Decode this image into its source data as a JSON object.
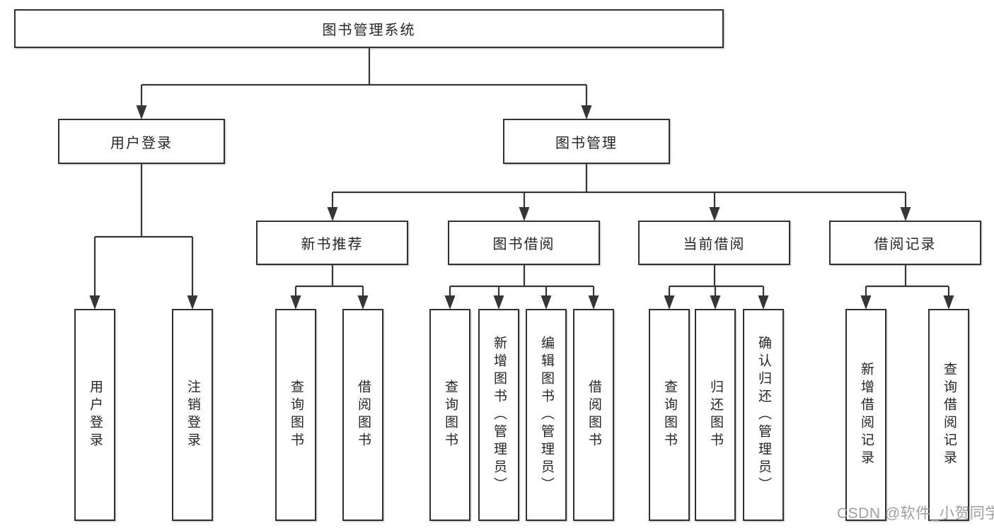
{
  "diagram": {
    "root": "图书管理系统",
    "user_login": {
      "label": "用户登录",
      "children": [
        "用户登录",
        "注销登录"
      ]
    },
    "book_mgmt": {
      "label": "图书管理",
      "sections": [
        {
          "label": "新书推荐",
          "children": [
            "查询图书",
            "借阅图书"
          ]
        },
        {
          "label": "图书借阅",
          "children": [
            "查询图书",
            "新增图书（管理员）",
            "编辑图书（管理员）",
            "借阅图书"
          ]
        },
        {
          "label": "当前借阅",
          "children": [
            "查询图书",
            "归还图书",
            "确认归还（管理员）"
          ]
        },
        {
          "label": "借阅记录",
          "children": [
            "新增借阅记录",
            "查询借阅记录"
          ]
        }
      ]
    }
  },
  "watermark": "CSDN @软件_小贺同学",
  "colors": {
    "line": "#363636",
    "box_border": "#313131",
    "text": "#262626",
    "watermark": "#9e9e9e",
    "background": "#ffffff"
  }
}
